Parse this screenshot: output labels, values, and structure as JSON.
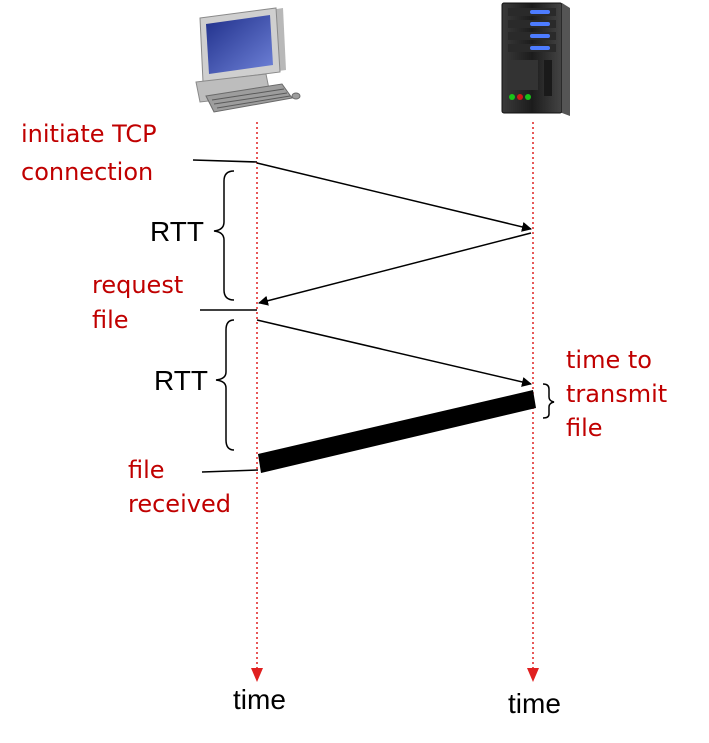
{
  "labels": {
    "initiate_line1": "initiate TCP",
    "initiate_line2": "connection",
    "rtt_first": "RTT",
    "request_line1": "request",
    "request_line2": "file",
    "rtt_second": "RTT",
    "transmit_line1": "time to",
    "transmit_line2": "transmit",
    "transmit_line3": "file",
    "received_line1": "file",
    "received_line2": "received",
    "client_time": "time",
    "server_time": "time"
  },
  "icons": {
    "client": "desktop-computer-icon",
    "server": "server-tower-icon"
  },
  "colors": {
    "label_red": "#c00000",
    "timeline_red": "#e02020",
    "arrow": "#000000"
  }
}
